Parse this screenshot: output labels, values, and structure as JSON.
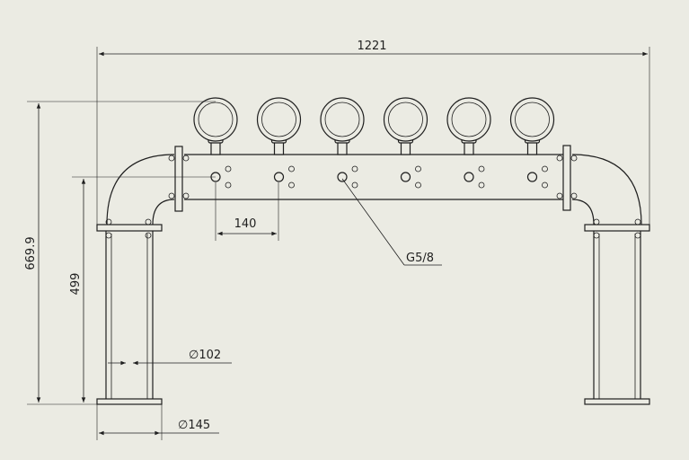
{
  "drawing": {
    "dimensions": {
      "overall_width": "1221",
      "overall_height": "669.9",
      "pillar_height": "499",
      "tap_spacing": "140",
      "tap_thread": "G5/8",
      "pipe_diameter": "∅102",
      "base_diameter": "∅145"
    },
    "counts": {
      "gauges": 6,
      "tap_groups": 6
    },
    "colors": {
      "background": "#ebebe3",
      "line": "#1f1f1f"
    }
  }
}
